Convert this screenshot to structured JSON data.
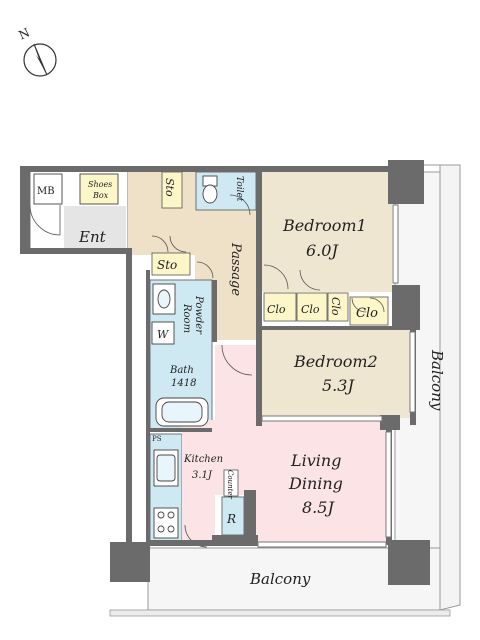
{
  "compass": {
    "north": "N"
  },
  "rooms": {
    "mb": "MB",
    "shoes_box": [
      "Shoes",
      "Box"
    ],
    "ent": "Ent",
    "sto_top": "Sto",
    "toilet": "Toilet",
    "sto_mid": "Sto",
    "passage": "Passage",
    "powder_room": [
      "Powder",
      "Room"
    ],
    "w": "W",
    "bath": [
      "Bath",
      "1418"
    ],
    "ps": "PS",
    "kitchen": [
      "Kitchen",
      "3.1J"
    ],
    "counter": "Counter",
    "r": "R",
    "bedroom1": [
      "Bedroom1",
      "6.0J"
    ],
    "clo1": "Clo",
    "clo2": "Clo",
    "clo3": "Clo",
    "clo4": "Clo",
    "bedroom2": [
      "Bedroom2",
      "5.3J"
    ],
    "living": [
      "Living",
      "Dining",
      "8.5J"
    ],
    "balcony_right": "Balcony",
    "balcony_bottom": "Balcony"
  },
  "colors": {
    "wall": "#6b6b6b",
    "bedroom": "#efe6d2",
    "passage": "#eee1c8",
    "wet": "#cfe9f3",
    "living": "#fbe3e6",
    "storage": "#fdf6c8",
    "balcony": "#f4f4f4"
  }
}
